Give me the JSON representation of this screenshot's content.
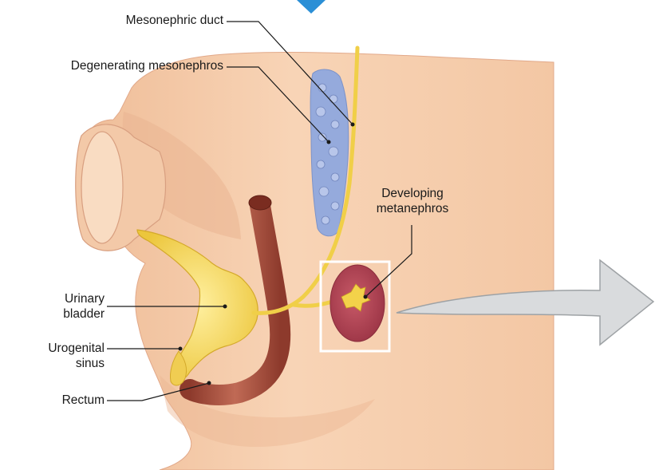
{
  "labels": {
    "mesonephric_duct": "Mesonephric duct",
    "degenerating_mesonephros": "Degenerating mesonephros",
    "developing_metanephros_line1": "Developing",
    "developing_metanephros_line2": "metanephros",
    "urinary_bladder_line1": "Urinary",
    "urinary_bladder_line2": "bladder",
    "urogenital_sinus_line1": "Urogenital",
    "urogenital_sinus_line2": "sinus",
    "rectum": "Rectum"
  },
  "colors": {
    "body": "#f6cdaa",
    "body_shadow": "#e9b08c",
    "duct": "#f3d24a",
    "rectum": "#a34a3a",
    "rectum_light": "#c97864",
    "mesonephros": "#8fa4d6",
    "kidney": "#b94a5a",
    "arrow": "#d6d8da",
    "arrow_stroke": "#9fa3a6",
    "leader": "#1a1a1a",
    "pointer": "#2b8fd6"
  },
  "icons": {
    "top_pointer": "triangle-down-icon",
    "expand_arrow": "arrow-right-icon"
  }
}
